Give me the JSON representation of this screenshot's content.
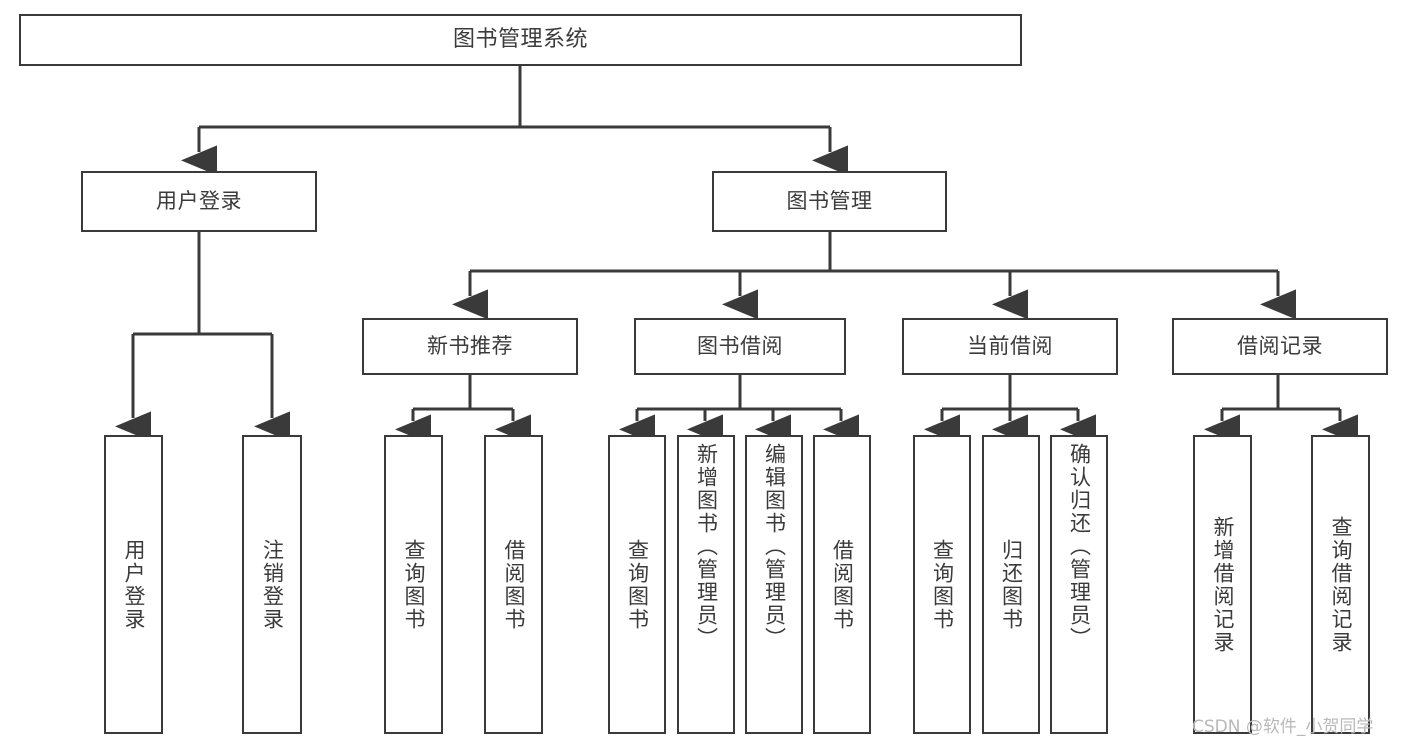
{
  "diagram": {
    "type": "tree-hierarchy",
    "title": "图书管理系统",
    "root": {
      "label": "图书管理系统"
    },
    "level2": [
      {
        "label": "用户登录"
      },
      {
        "label": "图书管理"
      }
    ],
    "level3": [
      {
        "label": "新书推荐"
      },
      {
        "label": "图书借阅"
      },
      {
        "label": "当前借阅"
      },
      {
        "label": "借阅记录"
      }
    ],
    "leaves": {
      "user_login": [
        {
          "label": "用户登录"
        },
        {
          "label": "注销登录"
        }
      ],
      "new_book_recommend": [
        {
          "label": "查询图书"
        },
        {
          "label": "借阅图书"
        }
      ],
      "book_borrow": [
        {
          "label": "查询图书"
        },
        {
          "label": "新增图书（管理员）"
        },
        {
          "label": "编辑图书（管理员）"
        },
        {
          "label": "借阅图书"
        }
      ],
      "current_borrow": [
        {
          "label": "查询图书"
        },
        {
          "label": "归还图书"
        },
        {
          "label": "确认归还（管理员）"
        }
      ],
      "borrow_record": [
        {
          "label": "新增借阅记录"
        },
        {
          "label": "查询借阅记录"
        }
      ]
    }
  },
  "watermark": {
    "text": "CSDN @软件_小贺同学"
  },
  "colors": {
    "border": "#3a3a3a",
    "text": "#3b3b3b",
    "background": "#ffffff",
    "watermark": "#b9b9b9"
  }
}
